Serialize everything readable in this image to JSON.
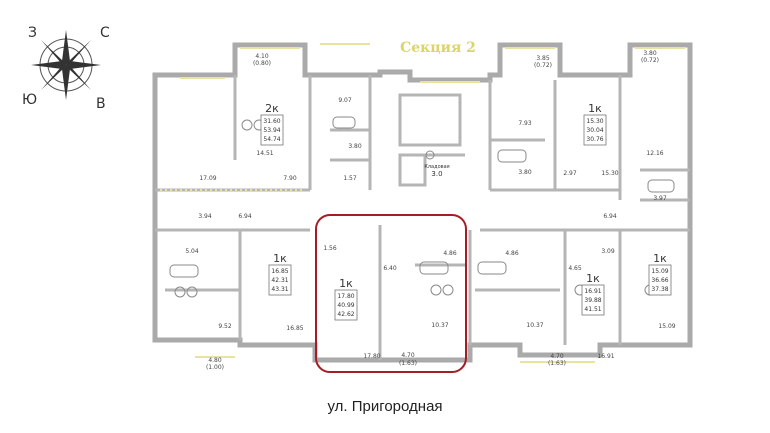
{
  "section_title": "Секция 2",
  "street": "ул. Пригородная",
  "compass": {
    "n": "С",
    "w": "З",
    "s": "Ю",
    "e": "В"
  },
  "closet": {
    "label": "Кладовая",
    "area": "3.0"
  },
  "colors": {
    "wall": "#aaaaaa",
    "highlight": "#a31d24",
    "title": "#dcd46a",
    "balcony": "#e8e3a0"
  },
  "apartments": [
    {
      "id": "a1",
      "rooms": "2к",
      "living": "31.60",
      "total": "53.94",
      "with_balcony": "54.74"
    },
    {
      "id": "a2",
      "rooms": "1к",
      "living": "15.30",
      "total": "30.04",
      "with_balcony": "30.76"
    },
    {
      "id": "a3",
      "rooms": "1к",
      "living": "15.09",
      "total": "36.66",
      "with_balcony": "37.38"
    },
    {
      "id": "a4",
      "rooms": "1к",
      "living": "16.85",
      "total": "42.31",
      "with_balcony": "43.31"
    },
    {
      "id": "a5",
      "rooms": "1к",
      "living": "17.80",
      "total": "40.99",
      "with_balcony": "42.62"
    },
    {
      "id": "a6",
      "rooms": "1к",
      "living": "16.91",
      "total": "39.88",
      "with_balcony": "41.51"
    }
  ],
  "areas": [
    "4.10",
    "(0.80)",
    "9.07",
    "14.51",
    "3.80",
    "17.09",
    "7.90",
    "1.57",
    "3.85",
    "(0.72)",
    "3.80",
    "(0.72)",
    "7.93",
    "3.80",
    "2.97",
    "15.30",
    "12.16",
    "3.97",
    "3.94",
    "6.94",
    "5.04",
    "9.52",
    "16.85",
    "4.80",
    "(1.00)",
    "1.56",
    "6.40",
    "4.86",
    "10.37",
    "17.80",
    "4.70",
    "(1.63)",
    "4.86",
    "4.65",
    "10.37",
    "4.70",
    "(1.63)",
    "6.94",
    "3.09",
    "16.91",
    "15.09"
  ]
}
